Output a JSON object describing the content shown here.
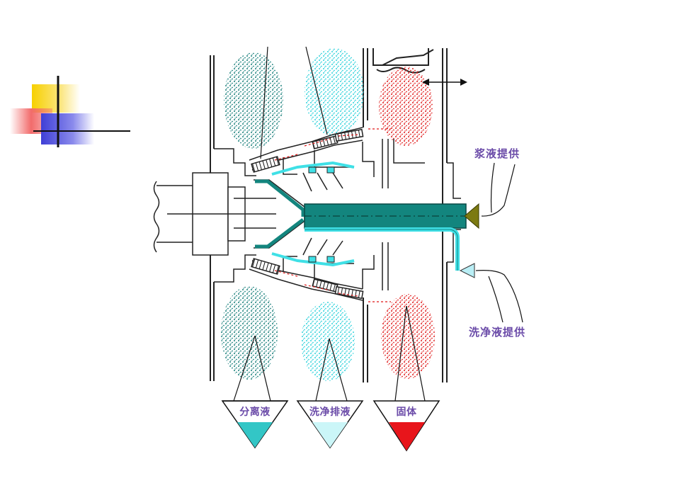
{
  "labels": {
    "slurry_supply": "浆液提供",
    "wash_supply": "洗净液提供",
    "separated_liquid": "分离液",
    "wash_discharge": "洗净排液",
    "solid": "固体"
  },
  "colors": {
    "shaft": "#13857e",
    "wash_line": "#3fe0e6",
    "separated_fill": "#33c6c6",
    "wash_fill": "#cbf6f8",
    "solid_fill": "#e8151b",
    "label_text": "#6a4aa8",
    "inlet_arrow": "#7c7a12"
  }
}
